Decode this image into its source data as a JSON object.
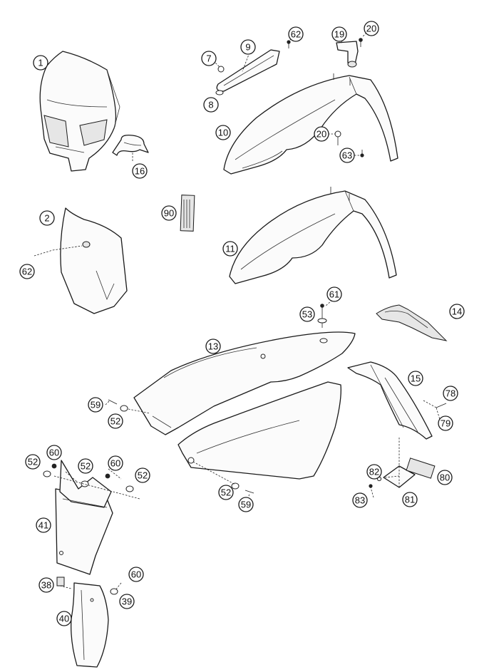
{
  "callouts": {
    "c1": "1",
    "c2": "2",
    "c7": "7",
    "c8": "8",
    "c9": "9",
    "c10": "10",
    "c11": "11",
    "c13": "13",
    "c14": "14",
    "c15": "15",
    "c16": "16",
    "c19": "19",
    "c20a": "20",
    "c20b": "20",
    "c38": "38",
    "c39": "39",
    "c40": "40",
    "c41": "41",
    "c52a": "52",
    "c52b": "52",
    "c52c": "52",
    "c52d": "52",
    "c52e": "52",
    "c53": "53",
    "c59a": "59",
    "c59b": "59",
    "c60a": "60",
    "c60b": "60",
    "c60c": "60",
    "c61": "61",
    "c62a": "62",
    "c62b": "62",
    "c63": "63",
    "c78": "78",
    "c79": "79",
    "c80": "80",
    "c81": "81",
    "c82": "82",
    "c83": "83",
    "c90": "90"
  }
}
